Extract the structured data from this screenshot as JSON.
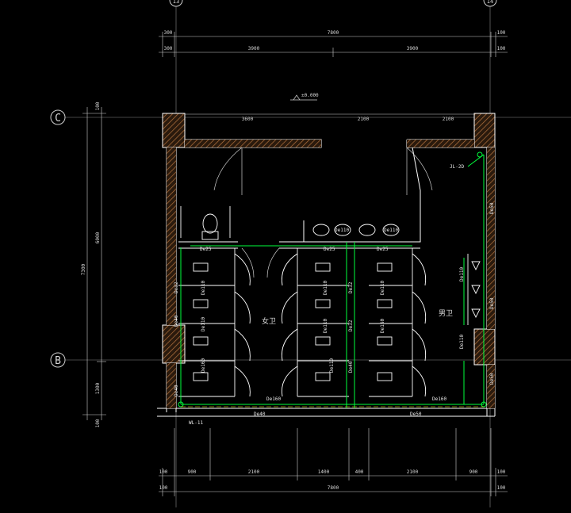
{
  "grid": {
    "axis_top_left": "13",
    "axis_top_right": "14",
    "axis_row_c": "C",
    "axis_row_b": "B"
  },
  "dimensions": {
    "top_overall": "7800",
    "top_left_offset": "300",
    "top_right_offset": "100",
    "top_half_left": "3900",
    "top_half_right": "3900",
    "top2_left_offset": "300",
    "top2_right_offset": "100",
    "inner_left": "3600",
    "inner_mid": "2100",
    "inner_right": "2100",
    "left_total": "7300",
    "left_upper": "6000",
    "left_lower": "1300",
    "left_top_off": "100",
    "left_bot_off": "100",
    "bottom_seg_1": "900",
    "bottom_seg_2": "2100",
    "bottom_seg_3": "1400",
    "bottom_seg_4": "400",
    "bottom_seg_5": "2100",
    "bottom_seg_6": "900",
    "bottom_left_off": "100",
    "bottom_right_off": "100",
    "bottom_overall": "7800",
    "bottom2_left_off": "100",
    "bottom2_right_off": "100"
  },
  "level": "±0.000",
  "rooms": {
    "women": "女卫",
    "men": "男卫"
  },
  "pipes": {
    "jl": "JL-2D",
    "wl": "WL-11",
    "de25_a": "De25",
    "de25_b": "De25",
    "de25_c": "De25",
    "de110_top": "De110",
    "de110_mid": "De110",
    "de110_l1": "De110",
    "de110_l2": "De110",
    "de110_r1": "De110",
    "de110_r2": "De110",
    "de160_l": "De160",
    "de160_r": "De160",
    "de32_l": "De32",
    "de32_m": "De32",
    "de32_m2": "De32",
    "de40_l": "De40",
    "de40_m": "De40",
    "de50_r1": "De50",
    "de50_r2": "De50",
    "de50_r3": "De50",
    "de110_mr": "De110",
    "de40_bl": "De40",
    "de160_bot_l": "De160",
    "de160_bot_r": "De160",
    "de40_bot": "De40",
    "de50_bot": "De50",
    "de110_rv": "De110"
  },
  "colors": {
    "wall": "#ffffff",
    "hatch": "#b5733e",
    "pipe": "#00ff3c",
    "dim": "#cfcfcf",
    "grid": "#9a9a9a"
  }
}
